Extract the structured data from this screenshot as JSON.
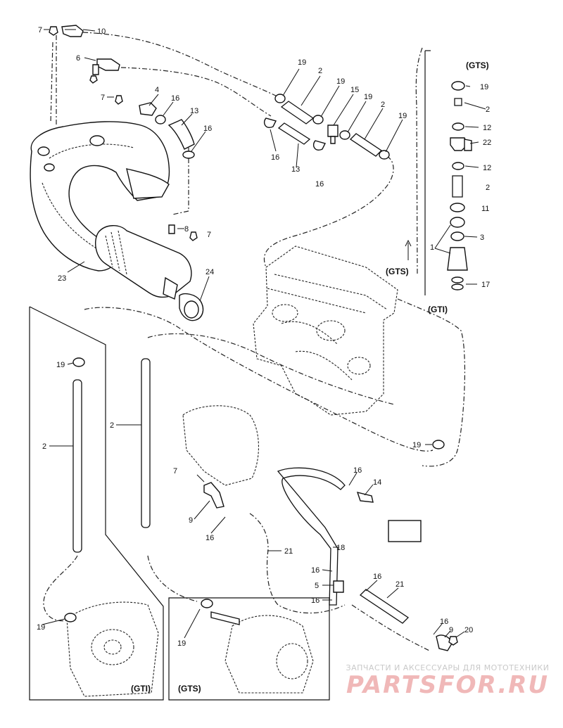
{
  "labels": {
    "p7a": "7",
    "p10": "10",
    "p6": "6",
    "p7b": "7",
    "p4": "4",
    "p16a": "16",
    "p13a": "13",
    "p16b": "16",
    "p8": "8",
    "p7c": "7",
    "p23": "23",
    "p24": "24",
    "p19a": "19",
    "p2a": "2",
    "p19b": "19",
    "p15": "15",
    "p19c": "19",
    "p2b": "2",
    "p19d": "19",
    "p16c": "16",
    "p13b": "13",
    "p16d": "16",
    "gts_p19": "19",
    "gts_p2": "2",
    "gts_p12a": "12",
    "gts_p22": "22",
    "gts_p12b": "12",
    "gts_p2b": "2",
    "gts_p11": "11",
    "gts_p3": "3",
    "gts_p1": "1",
    "gts_p17": "17",
    "p19e": "19",
    "p2c": "2",
    "p2d": "2",
    "p19f": "19",
    "p7d": "7",
    "p9a": "9",
    "p16e": "16",
    "p21a": "21",
    "p16f": "16",
    "p14": "14",
    "p18": "18",
    "p16g": "16",
    "p5": "5",
    "p16h": "16",
    "p16i": "16",
    "p21b": "21",
    "p16j": "16",
    "p9b": "9",
    "p20": "20",
    "p19g": "19",
    "p19h": "19"
  },
  "tags": {
    "gts_top": "(GTS)",
    "gts_mid": "(GTS)",
    "gti_mid": "(GTI)",
    "gti_box": "(GTI)",
    "gts_box": "(GTS)"
  },
  "watermark": {
    "tagline": "ЗАПЧАСТИ И АКСЕССУАРЫ ДЛЯ МОТОТЕХНИКИ",
    "brand": "PARTSFOR.RU"
  }
}
